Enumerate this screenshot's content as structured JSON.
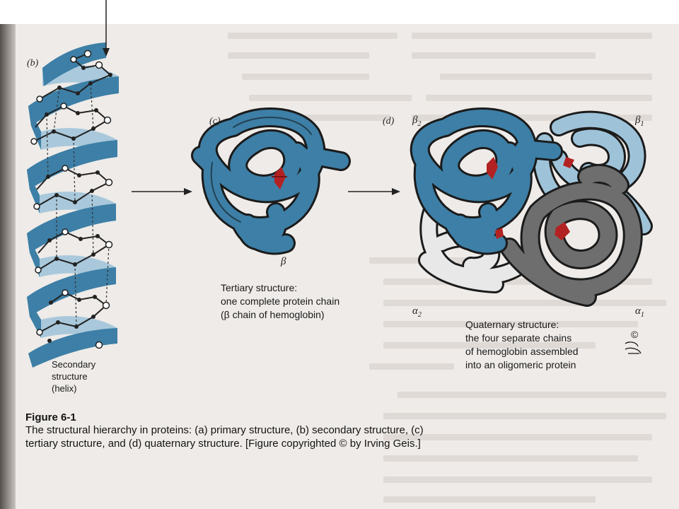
{
  "panels": {
    "b_letter": "(b)",
    "c_letter": "(c)",
    "d_letter": "(d)"
  },
  "secondary": {
    "caption_line1": "Secondary",
    "caption_line2": "structure",
    "caption_line3": "(helix)"
  },
  "tertiary": {
    "chain_label": "β",
    "caption_line1": "Tertiary structure:",
    "caption_line2": "one complete protein chain",
    "caption_line3": "(β chain of hemoglobin)"
  },
  "quaternary": {
    "label_beta2": "β",
    "label_beta2_sub": "2",
    "label_beta1": "β",
    "label_beta1_sub": "1",
    "label_alpha2": "α",
    "label_alpha2_sub": "2",
    "label_alpha1": "α",
    "label_alpha1_sub": "1",
    "caption_line1": "Quaternary structure:",
    "caption_line2": "the four separate chains",
    "caption_line3": "of hemoglobin assembled",
    "caption_line4": "into an oligomeric protein"
  },
  "signature": {
    "copyright_symbol": "©",
    "artist": "Irving Geis"
  },
  "figure_caption": {
    "number": "Figure 6-1",
    "body": "The structural hierarchy in proteins: (a) primary structure, (b) secondary structure, (c) tertiary structure, and (d) quaternary structure. [Figure copyrighted © by Irving Geis.]"
  },
  "colors": {
    "ribbon_blue": "#3d7fa6",
    "ribbon_light": "#9ec3d9",
    "ribbon_gray": "#6e6e6e",
    "ribbon_white": "#e8e8e8",
    "heme_red": "#b22222",
    "page_bg": "#eeebe8"
  }
}
